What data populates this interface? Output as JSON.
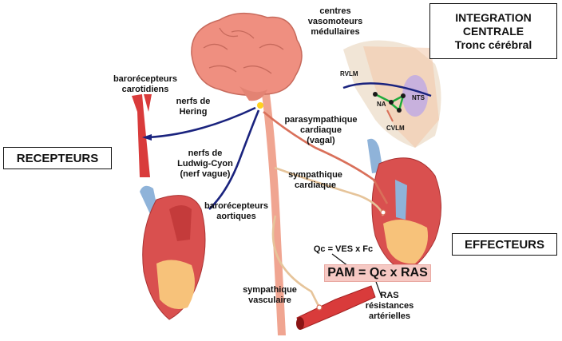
{
  "boxes": {
    "integration": [
      "INTEGRATION",
      "CENTRALE",
      "Tronc cérébral"
    ],
    "recepteurs": "RECEPTEURS",
    "effecteurs": "EFFECTEURS"
  },
  "labels": {
    "centres": [
      "centres",
      "vasomoteurs",
      "médullaires"
    ],
    "baro_carotid": [
      "barorécepteurs",
      "carotidiens"
    ],
    "hering": [
      "nerfs de",
      "Hering"
    ],
    "ludwig": [
      "nerfs de",
      "Ludwig-Cyon",
      "(nerf vague)"
    ],
    "baro_aortic": [
      "barorécepteurs",
      "aortiques"
    ],
    "parasymp": [
      "parasympathique",
      "cardiaque",
      "(vagal)"
    ],
    "symp_card": [
      "sympathique",
      "cardiaque"
    ],
    "symp_vasc": [
      "sympathique",
      "vasculaire"
    ],
    "qc_formula": "Qc = VES x Fc",
    "pam_formula": "PAM = Qc x RAS",
    "ras": [
      "RAS",
      "résistances",
      "artérielles"
    ]
  },
  "brainstem_nuclei": {
    "rvlm": "RVLM",
    "na": "NA",
    "nts": "NTS",
    "cvlm": "CVLM"
  },
  "colors": {
    "afferent_nerve": "#1a237e",
    "efferent_nerve": "#d9705a",
    "artery": "#d93b3b",
    "brain": "#ef8f80",
    "pam_highlight": "#f6c9c4",
    "nuclei_green": "#1faa3c"
  }
}
